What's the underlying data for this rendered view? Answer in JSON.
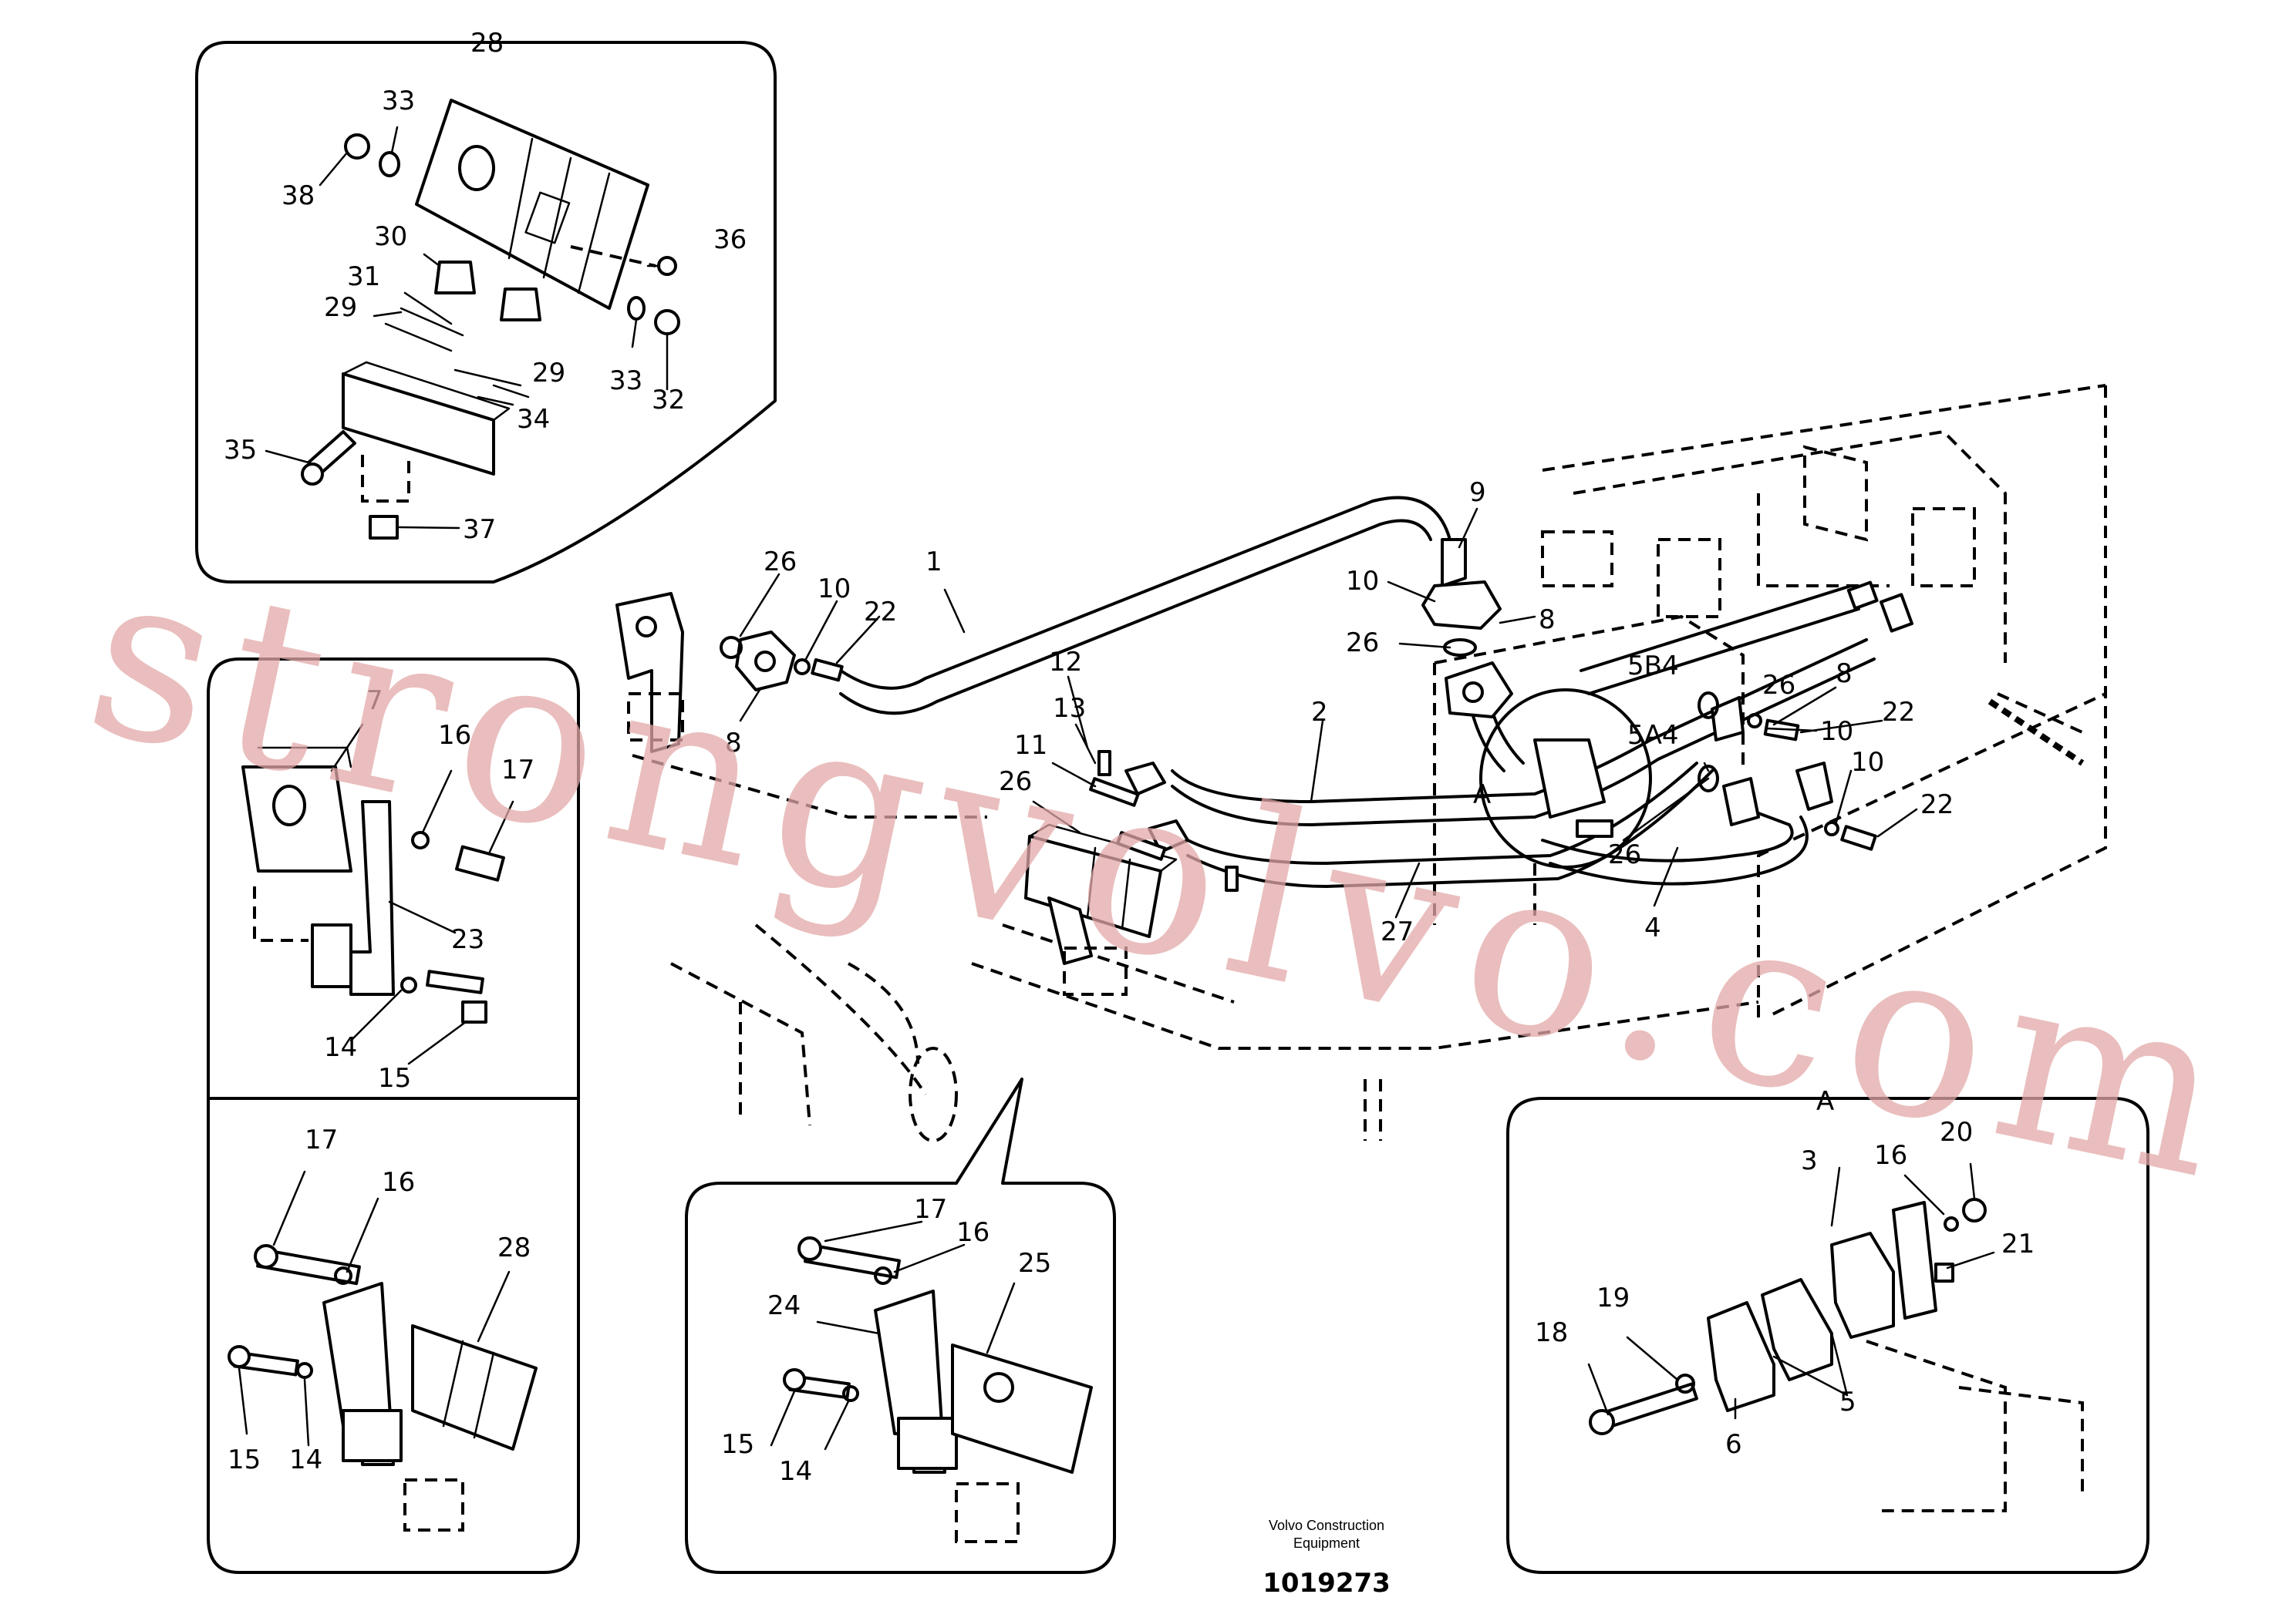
{
  "footer": {
    "line1": "Volvo Construction",
    "line2": "Equipment",
    "code": "1019273"
  },
  "watermark": "strongvolvo.com",
  "labels": {
    "p1": "1",
    "p2": "2",
    "p3": "3",
    "p4": "4",
    "p5": "5",
    "p6": "6",
    "p7": "7",
    "p8a": "8",
    "p8b": "8",
    "p8c": "8",
    "p9": "9",
    "p10a": "10",
    "p10b": "10",
    "p10c": "10",
    "p10d": "10",
    "p11": "11",
    "p12": "12",
    "p13": "13",
    "p14a": "14",
    "p14b": "14",
    "p14c": "14",
    "p15a": "15",
    "p15b": "15",
    "p15c": "15",
    "p16a": "16",
    "p16b": "16",
    "p16c": "16",
    "p16d": "16",
    "p17a": "17",
    "p17b": "17",
    "p17c": "17",
    "p18": "18",
    "p19": "19",
    "p20": "20",
    "p21": "21",
    "p22a": "22",
    "p22b": "22",
    "p22c": "22",
    "p23": "23",
    "p24": "24",
    "p25": "25",
    "p26a": "26",
    "p26b": "26",
    "p26c": "26",
    "p26d": "26",
    "p26e": "26",
    "p27": "27",
    "p28a": "28",
    "p28b": "28",
    "p29a": "29",
    "p29b": "29",
    "p30": "30",
    "p31": "31",
    "p32": "32",
    "p33a": "33",
    "p33b": "33",
    "p34": "34",
    "p35": "35",
    "p36": "36",
    "p37": "37",
    "p38": "38",
    "detailA1": "A",
    "detailA2": "A",
    "port5B4": "5B4",
    "port5A4": "5A4"
  }
}
